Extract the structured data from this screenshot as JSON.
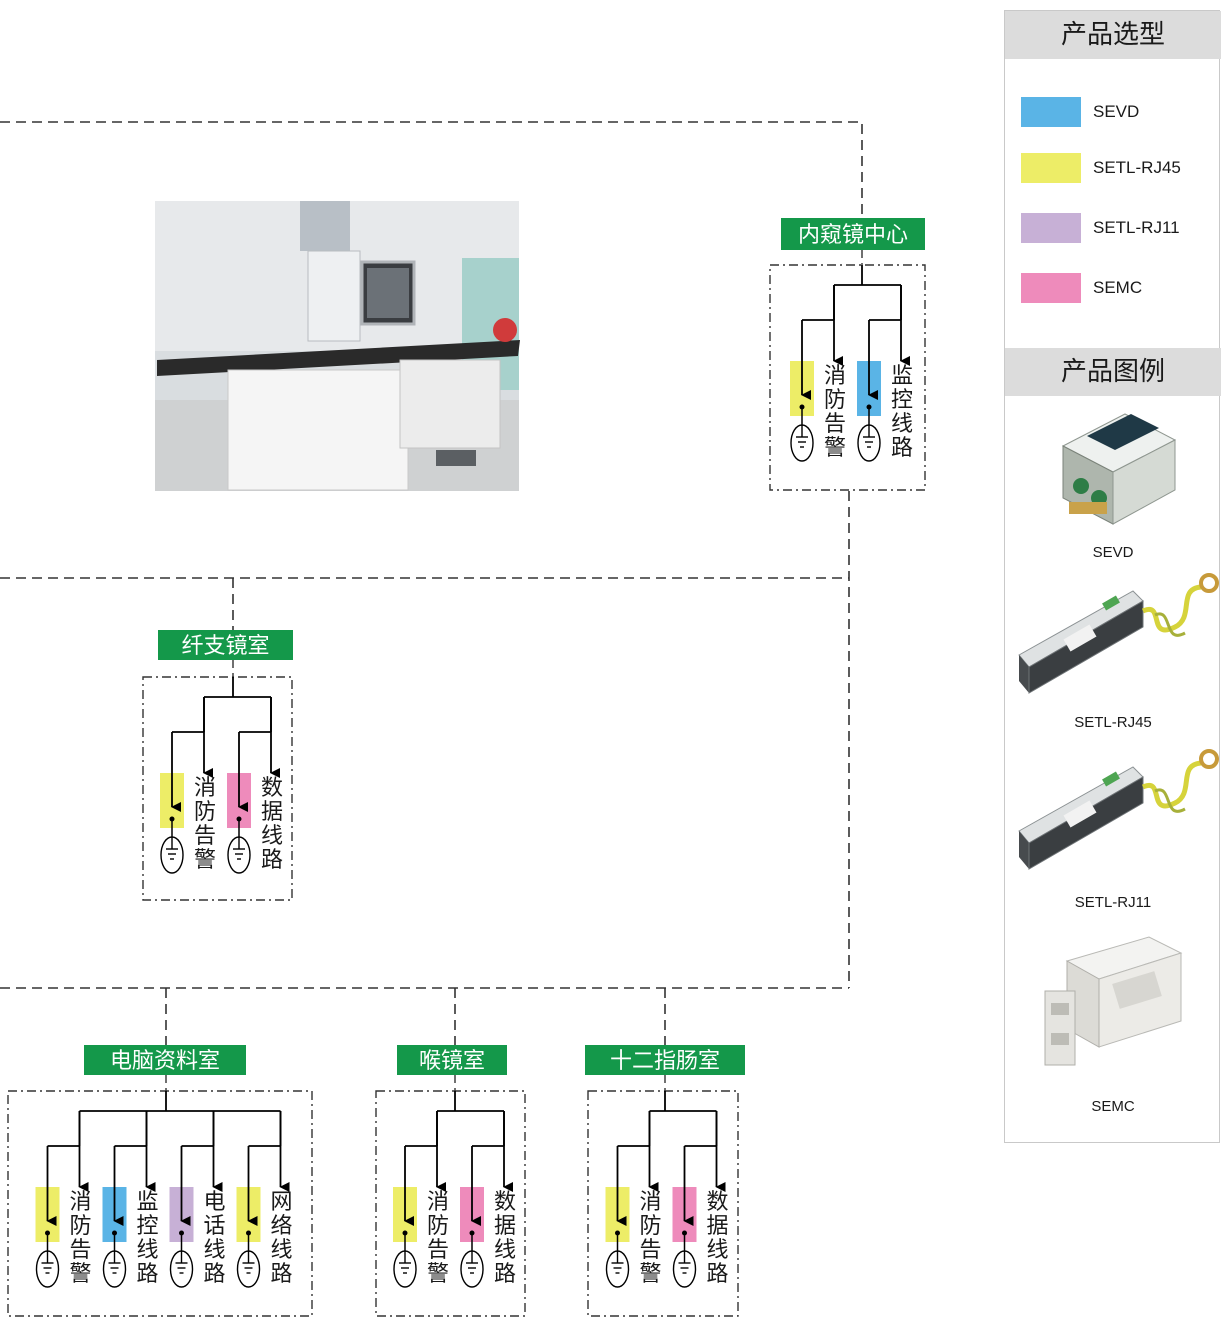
{
  "colors": {
    "SEVD": "#5ab4e6",
    "SETL-RJ45": "#eded67",
    "SETL-RJ11": "#c7b0d6",
    "SEMC": "#ee8bbb",
    "room_label_bg": "#14984a",
    "room_label_text": "#ffffff"
  },
  "rooms": [
    {
      "id": "endoscopy-center",
      "label": "内窥镜中心",
      "lines": [
        {
          "product": "SETL-RJ45",
          "text": "消防告警"
        },
        {
          "product": "SEVD",
          "text": "监控线路"
        }
      ]
    },
    {
      "id": "bronchoscopy-room",
      "label": "纤支镜室",
      "lines": [
        {
          "product": "SETL-RJ45",
          "text": "消防告警"
        },
        {
          "product": "SEMC",
          "text": "数据线路"
        }
      ]
    },
    {
      "id": "computer-records-room",
      "label": "电脑资料室",
      "lines": [
        {
          "product": "SETL-RJ45",
          "text": "消防告警"
        },
        {
          "product": "SEVD",
          "text": "监控线路"
        },
        {
          "product": "SETL-RJ11",
          "text": "电话线路"
        },
        {
          "product": "SETL-RJ45",
          "text": "网络线路"
        }
      ]
    },
    {
      "id": "laryngoscopy-room",
      "label": "喉镜室",
      "lines": [
        {
          "product": "SETL-RJ45",
          "text": "消防告警"
        },
        {
          "product": "SEMC",
          "text": "数据线路"
        }
      ]
    },
    {
      "id": "duodenoscopy-room",
      "label": "十二指肠室",
      "lines": [
        {
          "product": "SETL-RJ45",
          "text": "消防告警"
        },
        {
          "product": "SEMC",
          "text": "数据线路"
        }
      ]
    }
  ],
  "sidebar": {
    "selection_title": "产品选型",
    "legend": [
      {
        "name": "SEVD",
        "color": "#5ab4e6"
      },
      {
        "name": "SETL-RJ45",
        "color": "#eded67"
      },
      {
        "name": "SETL-RJ11",
        "color": "#c7b0d6"
      },
      {
        "name": "SEMC",
        "color": "#ee8bbb"
      }
    ],
    "examples_title": "产品图例",
    "products": [
      {
        "name": "SEVD",
        "icon": "sevd-device-image"
      },
      {
        "name": "SETL-RJ45",
        "icon": "setl-rj45-device-image"
      },
      {
        "name": "SETL-RJ11",
        "icon": "setl-rj11-device-image"
      },
      {
        "name": "SEMC",
        "icon": "semc-din-rail-module-image"
      }
    ]
  },
  "photo": {
    "icon": "endoscopy-room-photo"
  }
}
